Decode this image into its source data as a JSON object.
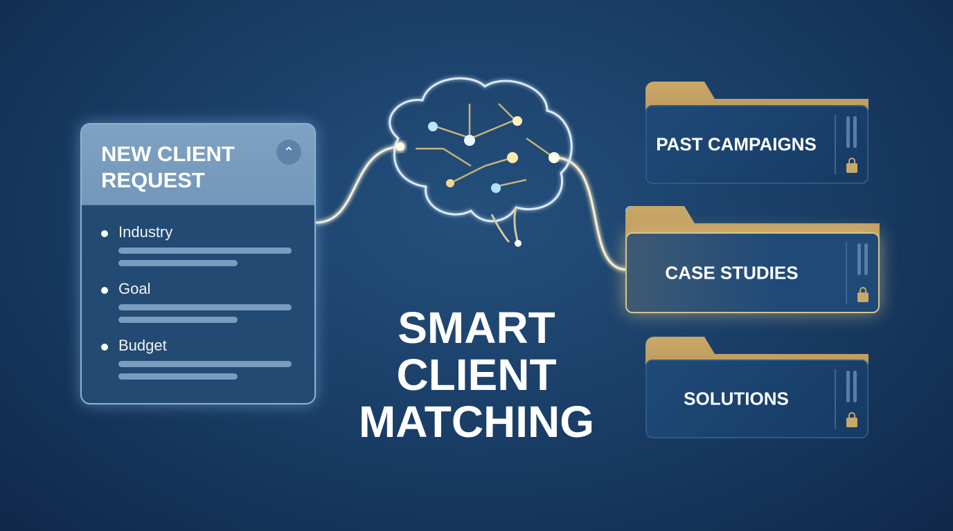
{
  "request_card": {
    "title": "NEW CLIENT REQUEST",
    "collapse_icon": "chevron-up-icon",
    "fields": [
      {
        "label": "Industry"
      },
      {
        "label": "Goal"
      },
      {
        "label": "Budget"
      }
    ]
  },
  "headline": {
    "line1": "SMART",
    "line2": "CLIENT",
    "line3": "MATCHING"
  },
  "folders": [
    {
      "name": "PAST CAMPAIGNS",
      "icon": "lock-icon"
    },
    {
      "name": "CASE STUDIES",
      "icon": "lock-icon",
      "highlighted": true
    },
    {
      "name": "SOLUTIONS",
      "icon": "lock-icon"
    }
  ],
  "colors": {
    "background": "#1a3f68",
    "gold": "#c9a868",
    "card": "#234a72",
    "glow": "#f0d28c"
  }
}
